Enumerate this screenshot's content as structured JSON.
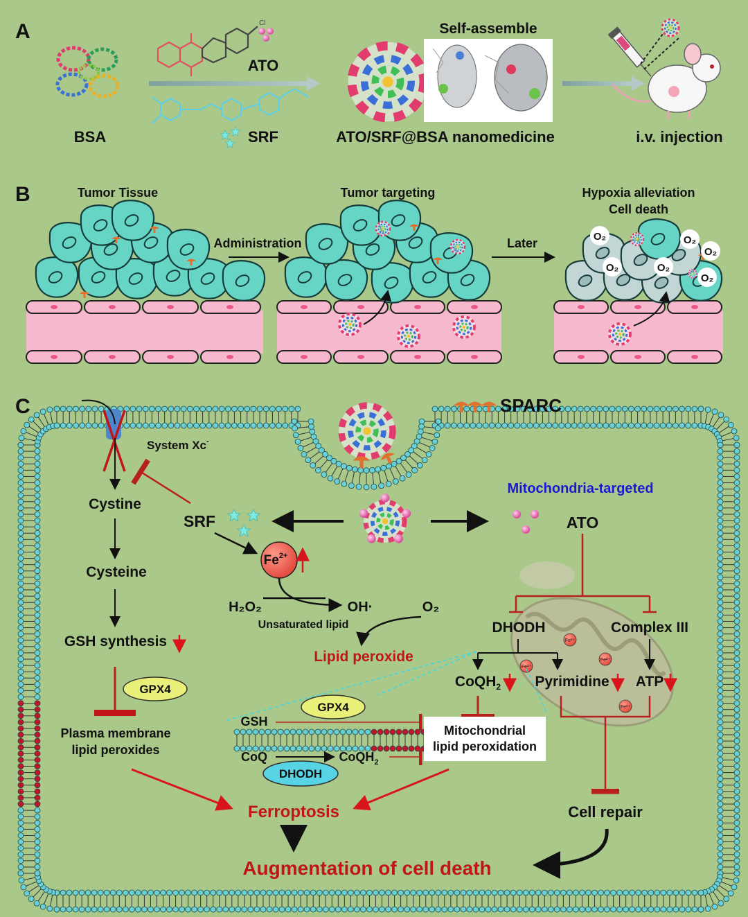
{
  "panel_a": {
    "label": "A",
    "bsa": "BSA",
    "ato": "ATO",
    "srf": "SRF",
    "self_assemble": "Self-assemble",
    "nanomedicine": "ATO/SRF@BSA nanomedicine",
    "injection": "i.v. injection"
  },
  "panel_b": {
    "label": "B",
    "tumor_tissue": "Tumor Tissue",
    "administration": "Administration",
    "tumor_targeting": "Tumor targeting",
    "later": "Later",
    "hypoxia": "Hypoxia alleviation",
    "cell_death": "Cell death",
    "o2": "O₂"
  },
  "panel_c": {
    "label": "C",
    "sparc": "SPARC",
    "system_xc": "System Xc",
    "system_xc_sup": "-",
    "cystine": "Cystine",
    "cysteine": "Cysteine",
    "gsh_synthesis": "GSH synthesis",
    "gpx4": "GPX4",
    "pm_lipid_1": "Plasma membrane",
    "pm_lipid_2": "lipid peroxides",
    "srf": "SRF",
    "fe": "Fe",
    "fe_sup": "2+",
    "h2o2": "H₂O₂",
    "oh": "OH·",
    "o2": "O₂",
    "unsat_lipid": "Unsaturated lipid",
    "lipid_peroxide": "Lipid peroxide",
    "mito_targeted": "Mitochondria-targeted",
    "ato": "ATO",
    "dhodh": "DHODH",
    "complex3": "Complex III",
    "coqh2": "CoQH",
    "sub2": "2",
    "pyrimidine": "Pyrimidine",
    "atp": "ATP",
    "gsh": "GSH",
    "coq": "CoQ",
    "mito_lipid_1": "Mitochondrial",
    "mito_lipid_2": "lipid peroxidation",
    "ferroptosis": "Ferroptosis",
    "cell_repair": "Cell repair",
    "augmentation": "Augmentation of cell death",
    "fe_small": "Fe²⁺"
  },
  "colors": {
    "background": "#a9c889",
    "red_text": "#c0151a",
    "blue_text": "#1a1ad1",
    "cell_fill": "#66d5c5",
    "vessel": "#f6b8cc",
    "gpx4_fill": "#e9f07a",
    "dhodh_fill": "#57d3e4",
    "inhibit": "#b82020"
  }
}
